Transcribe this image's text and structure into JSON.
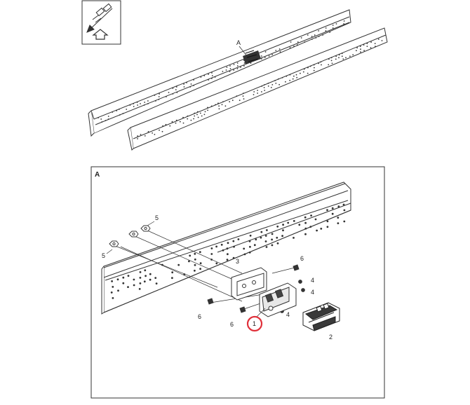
{
  "overview": {
    "detail_marker": "A"
  },
  "detail": {
    "frame_label": "A",
    "callouts": [
      "5",
      "5",
      "3",
      "6",
      "4",
      "4",
      "4",
      "6",
      "6",
      "1",
      "2"
    ],
    "highlighted_callout": "1"
  },
  "colors": {
    "line": "#2a2a2a",
    "highlight": "#e0303a",
    "dark_part": "#3a3a3a"
  },
  "icons": [
    "orientation-arrow-icon",
    "up-arrow-icon"
  ]
}
